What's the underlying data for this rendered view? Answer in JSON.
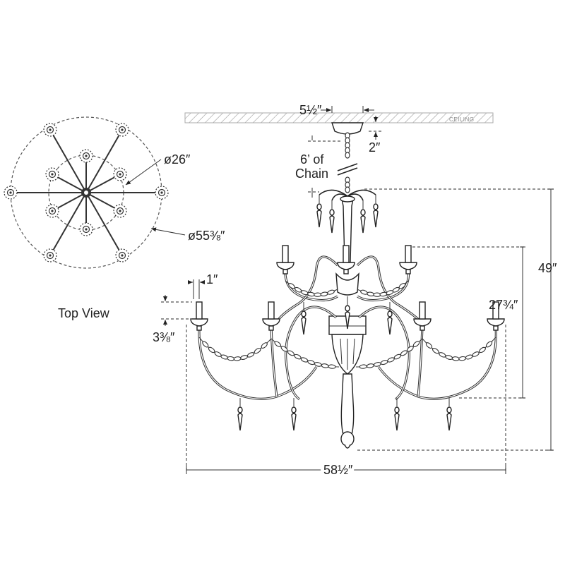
{
  "labels": {
    "top_view": "Top View",
    "ceiling": "CEILING",
    "chain_line1": "6’ of",
    "chain_line2": "Chain"
  },
  "dimensions": {
    "canopy_width": "5½″",
    "canopy_height": "2″",
    "inner_diameter": "ø26″",
    "outer_diameter": "ø55⅜″",
    "candle_width": "1″",
    "candle_height": "3⅜″",
    "upper_tier_height": "27¾″",
    "overall_height": "49″",
    "overall_width": "58½″"
  }
}
